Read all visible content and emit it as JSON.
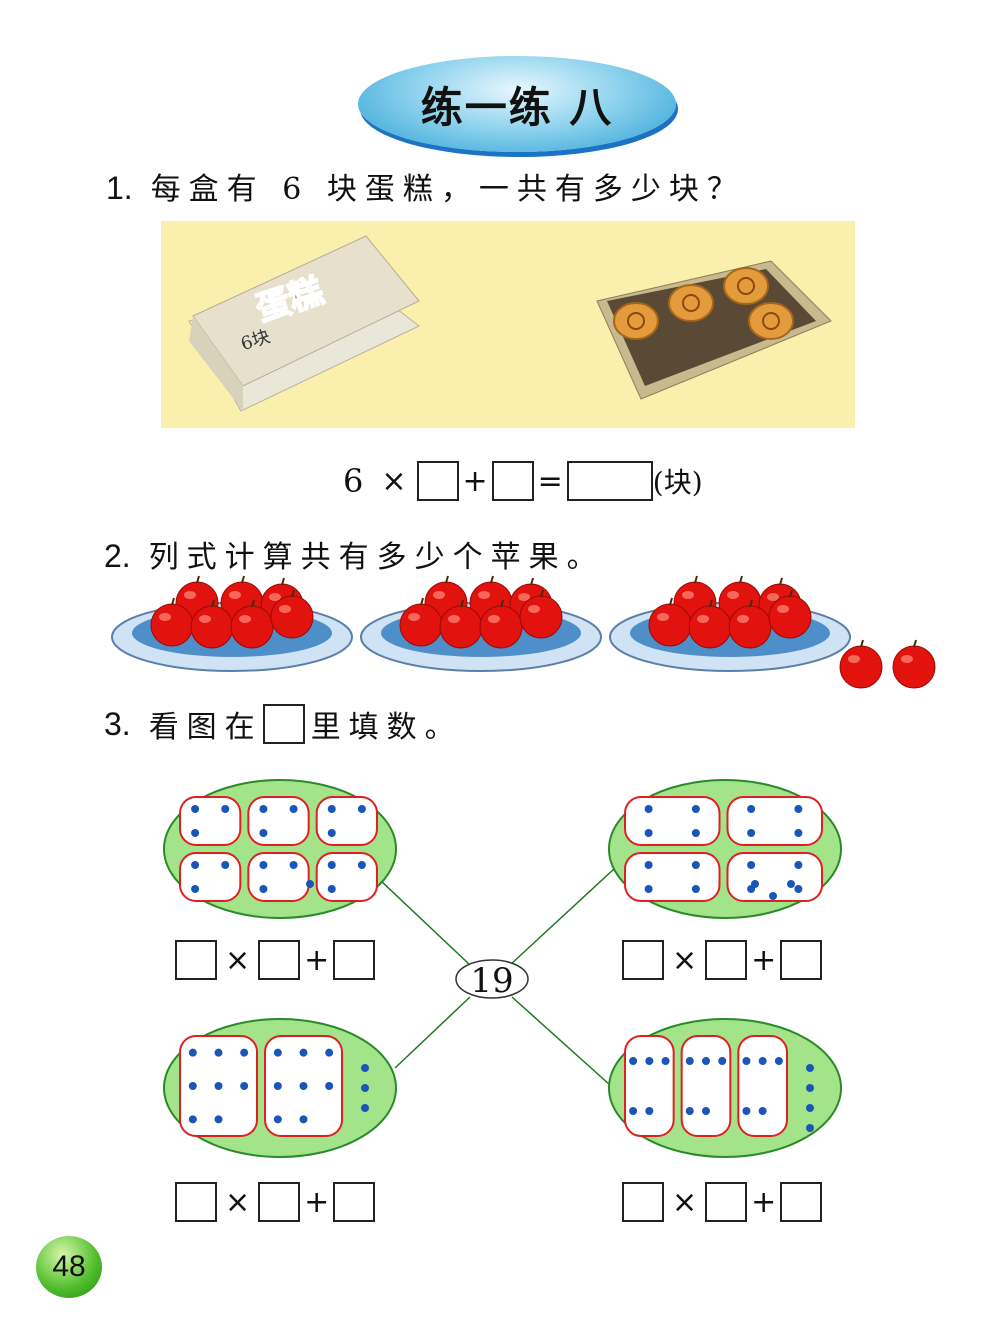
{
  "title": "练一练 八",
  "q1": {
    "number": "1.",
    "text": "每盒有 6 块蛋糕，一共有多少块？",
    "box_logo": "蛋糕",
    "box_label": "6块",
    "equation": {
      "first": "6",
      "times": "×",
      "plus": "+",
      "equals": "=",
      "unit": "(块)"
    }
  },
  "q2": {
    "number": "2.",
    "text": "列式计算共有多少个苹果。",
    "plates": 3,
    "extra_apples": 2
  },
  "q3": {
    "number": "3.",
    "text_before": "看图在",
    "text_after": "里填数。",
    "center_number": "19",
    "times": "×",
    "plus": "+",
    "groups": [
      {
        "groups": 6,
        "per_group": 3,
        "extra": 1
      },
      {
        "groups": 4,
        "per_group": 4,
        "extra": 3
      },
      {
        "groups": 2,
        "per_group": 8,
        "extra": 3
      },
      {
        "groups": 3,
        "per_group": 5,
        "extra": 4
      }
    ]
  },
  "page_number": "48",
  "colors": {
    "oval_green": "#a3e48a",
    "blob_border": "#e02020",
    "dot": "#1a55b8",
    "pad": "#fbefae"
  }
}
